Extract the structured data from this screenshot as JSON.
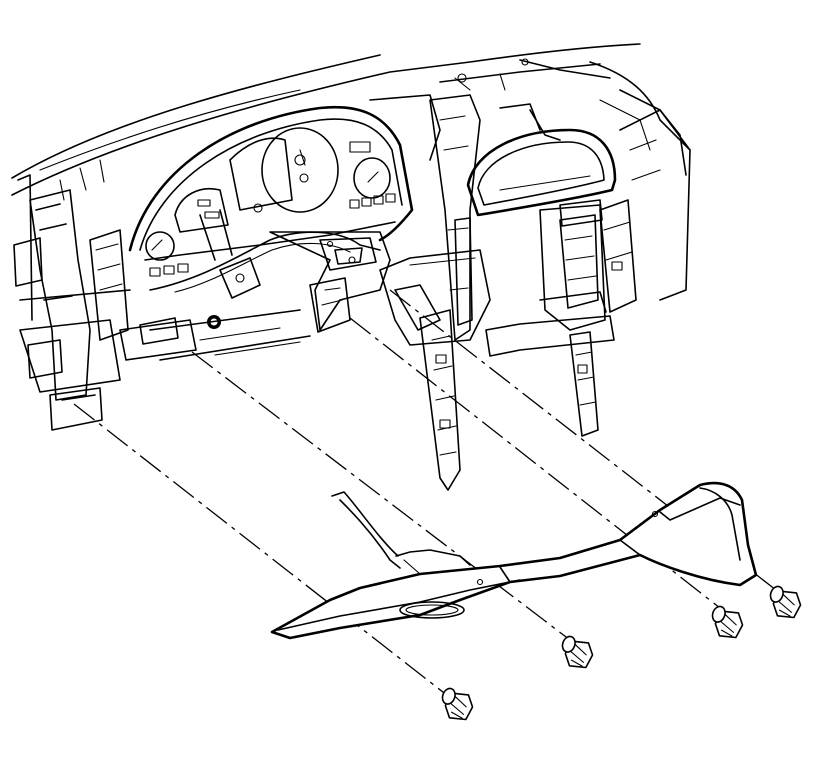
{
  "colors": {
    "ink": "#000000",
    "paper": "#ffffff"
  },
  "components": [
    {
      "name": "dashboard-top-pad",
      "shown": true
    },
    {
      "name": "instrument-cluster",
      "shown": true
    },
    {
      "name": "cluster-bezel",
      "shown": true
    },
    {
      "name": "instrument-panel-frame",
      "shown": true
    },
    {
      "name": "steering-column-support",
      "shown": true
    },
    {
      "name": "knee-bolster-trim-panel",
      "shown": true
    },
    {
      "name": "fasteners",
      "count": 4
    }
  ]
}
